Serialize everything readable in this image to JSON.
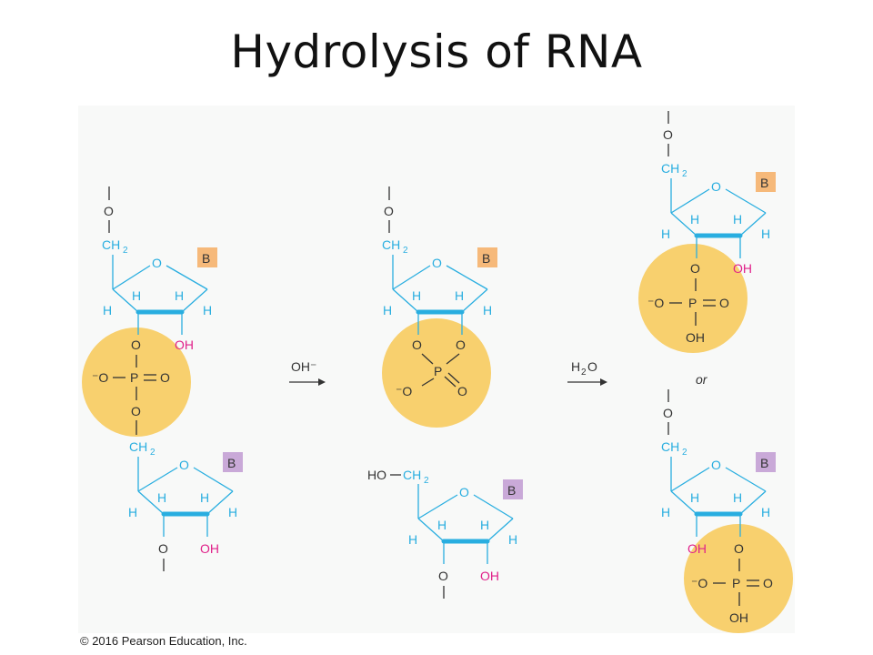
{
  "title": "Hydrolysis of RNA",
  "credit": "© 2016 Pearson Education, Inc.",
  "labels": {
    "O": "O",
    "P": "P",
    "B": "B",
    "H": "H",
    "OH": "OH",
    "CH": "CH",
    "two": "2",
    "neg": "−",
    "minus_O": "⁻O",
    "HO": "HO",
    "H2O_H": "H",
    "H2O_O": "O",
    "OH_minus": "OH⁻",
    "or": "or"
  },
  "colors": {
    "phosphate_highlight": "#f8d06e",
    "purine_box": "#f6b97a",
    "pyrimidine_box": "#c9a9d8",
    "sugar": "#29aee0",
    "hydroxyl": "#e0218a"
  }
}
